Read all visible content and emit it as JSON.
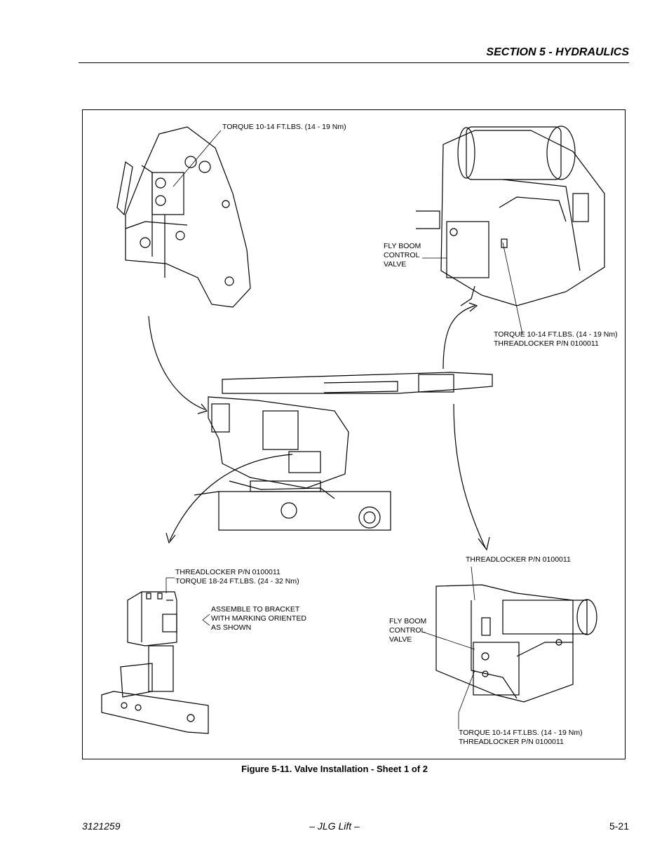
{
  "header": {
    "section_title": "SECTION 5 - HYDRAULICS"
  },
  "callouts": {
    "top_left_torque": "TORQUE 10-14 FT.LBS. (14 - 19 Nm)",
    "top_right_valve": [
      "FLY BOOM",
      "CONTROL",
      "VALVE"
    ],
    "top_right_torque": [
      "TORQUE 10-14 FT.LBS. (14 - 19 Nm)",
      "THREADLOCKER P/N 0100011"
    ],
    "bottom_left_threadlocker": [
      "THREADLOCKER P/N 0100011",
      "TORQUE 18-24 FT.LBS. (24 - 32 Nm)"
    ],
    "bottom_left_assemble": [
      "ASSEMBLE TO BRACKET",
      "WITH MARKING ORIENTED",
      "AS SHOWN"
    ],
    "bottom_right_threadlocker": "THREADLOCKER P/N 0100011",
    "bottom_right_valve": [
      "FLY BOOM",
      "CONTROL",
      "VALVE"
    ],
    "bottom_right_torque": [
      "TORQUE 10-14 FT.LBS. (14 - 19 Nm)",
      "THREADLOCKER P/N 0100011"
    ]
  },
  "figure": {
    "caption": "Figure 5-11.  Valve Installation - Sheet 1 of 2"
  },
  "footer": {
    "doc_number": "3121259",
    "center": "– JLG Lift –",
    "page_number": "5-21"
  }
}
